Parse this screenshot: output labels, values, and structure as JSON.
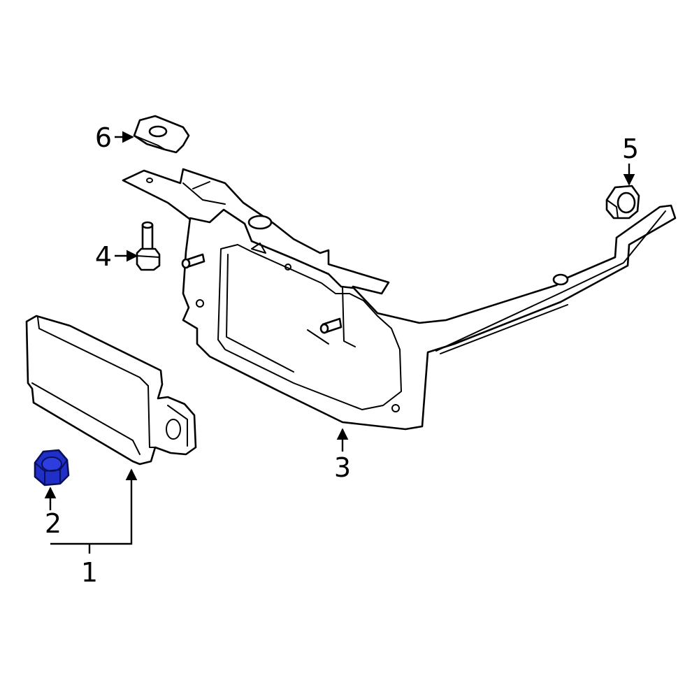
{
  "diagram": {
    "callouts": [
      {
        "id": "1",
        "label": "1"
      },
      {
        "id": "2",
        "label": "2"
      },
      {
        "id": "3",
        "label": "3"
      },
      {
        "id": "4",
        "label": "4"
      },
      {
        "id": "5",
        "label": "5"
      },
      {
        "id": "6",
        "label": "6"
      }
    ],
    "highlighted_part": "2",
    "colors": {
      "line": "#000000",
      "background": "#ffffff",
      "highlight_fill": "#1f2fc8",
      "highlight_stroke": "#0a0f5c"
    }
  }
}
